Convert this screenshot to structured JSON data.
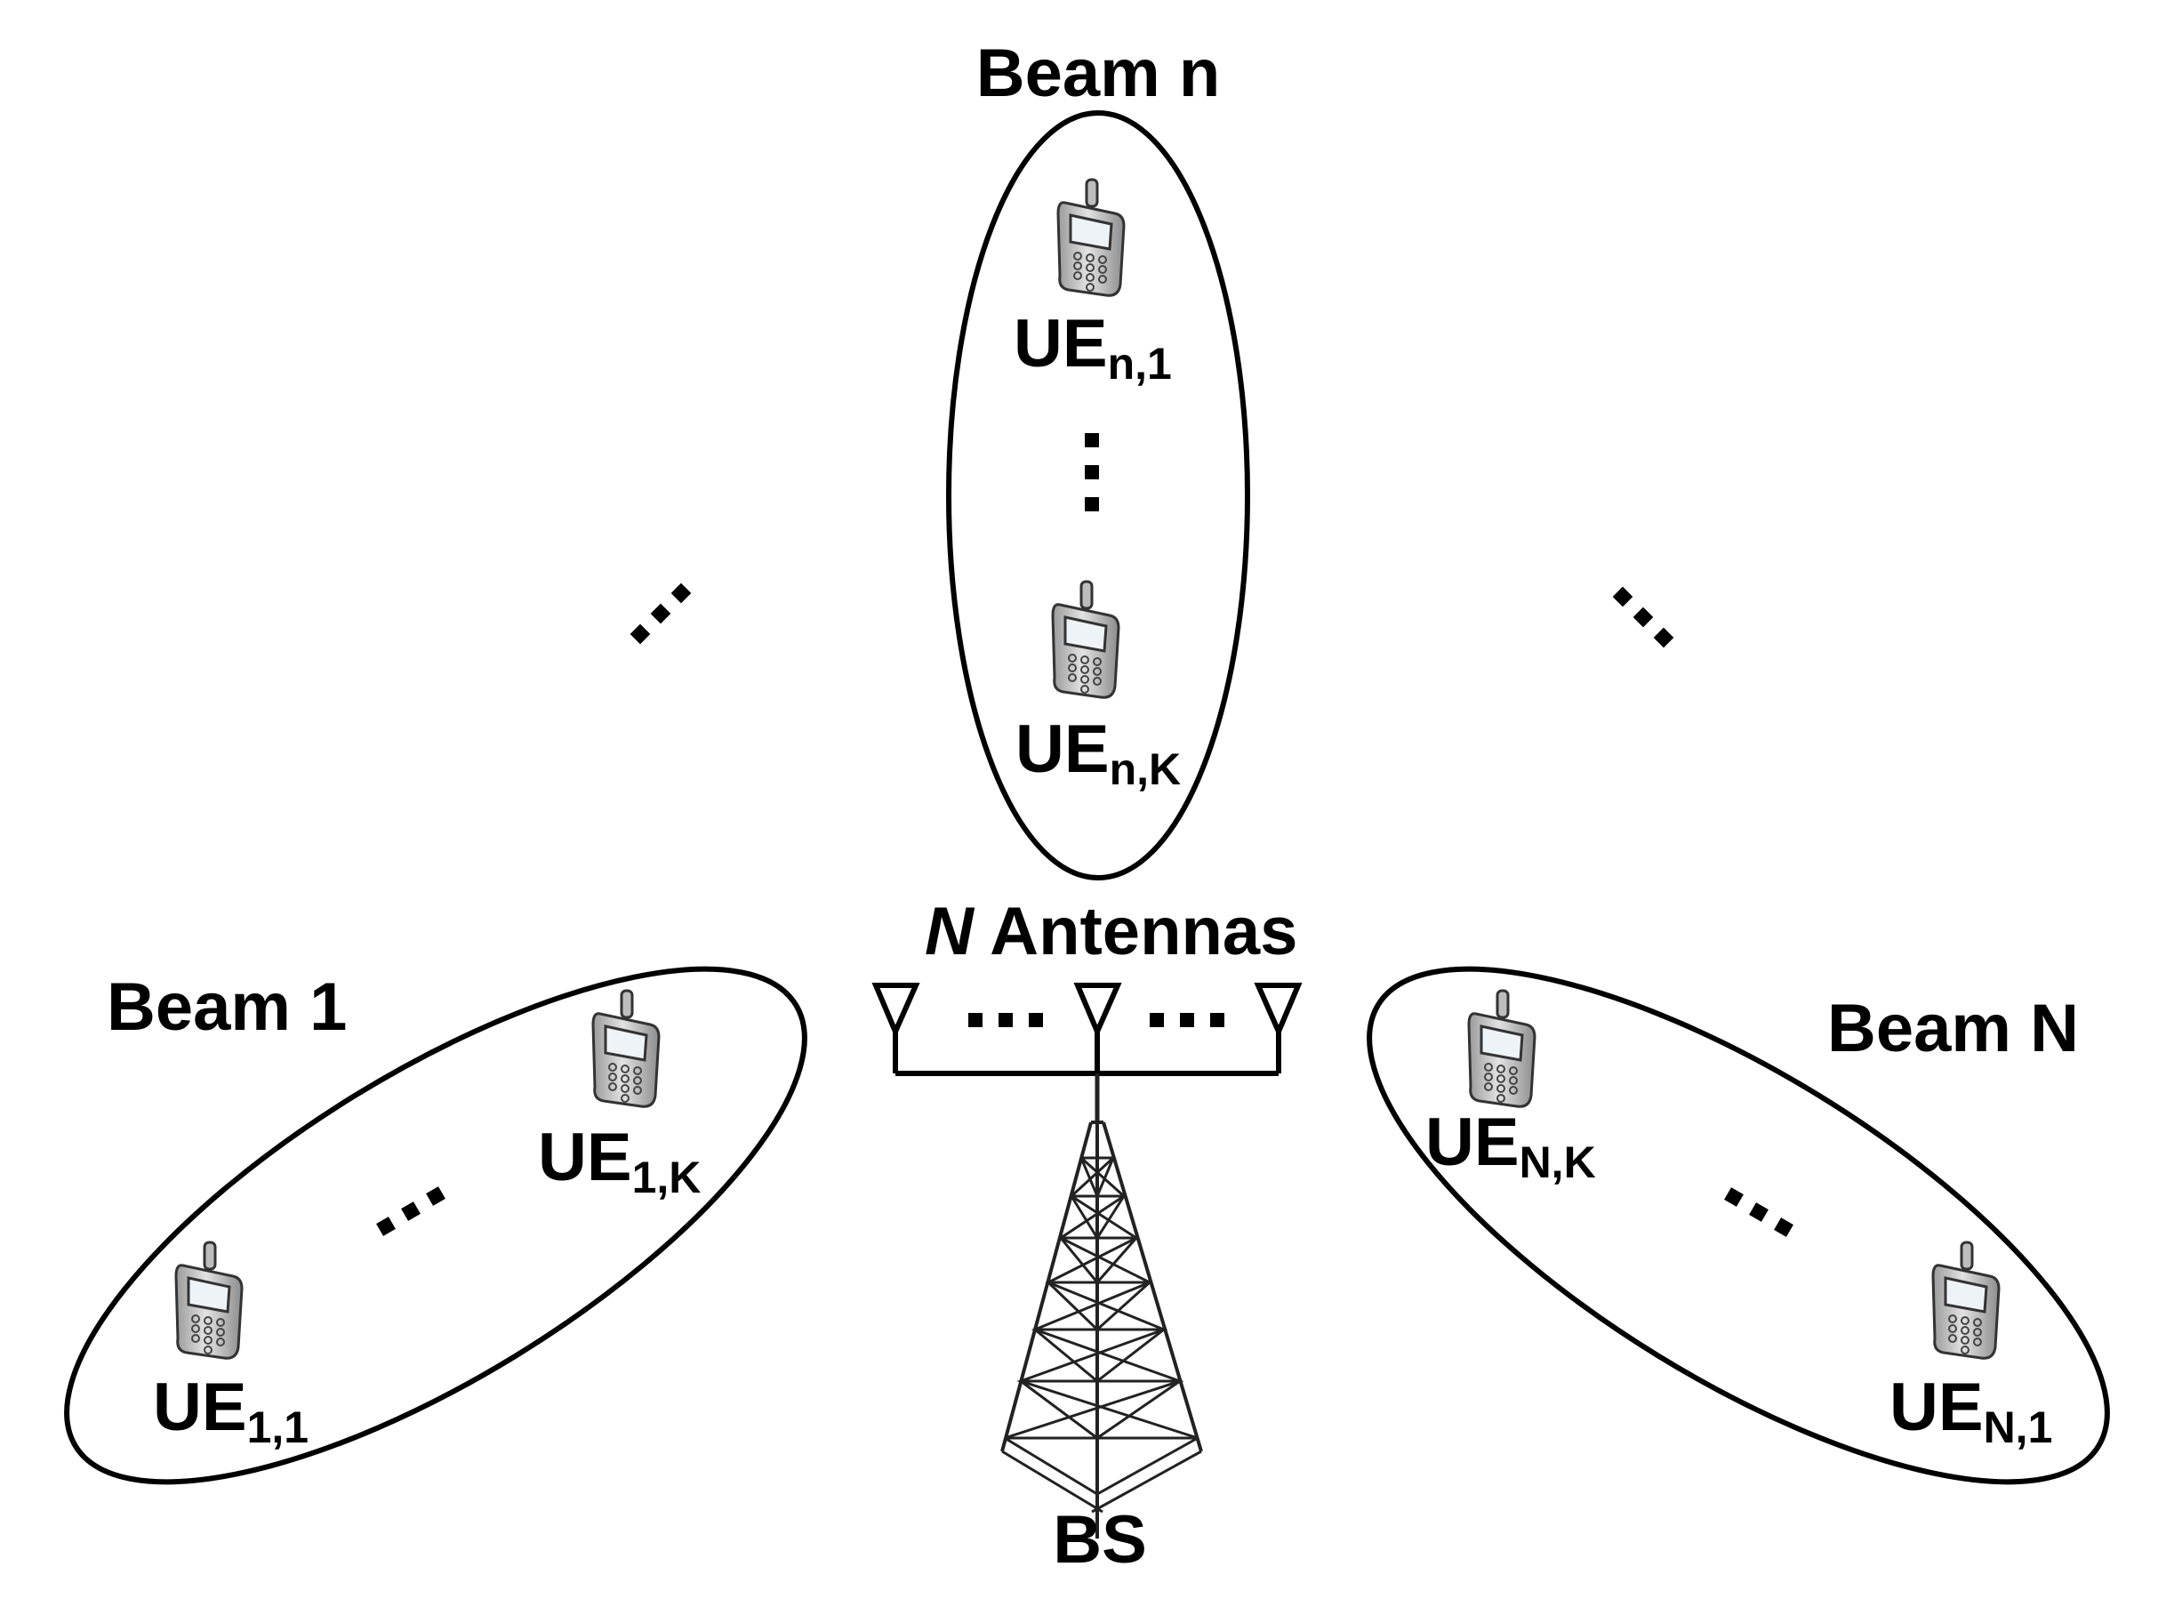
{
  "beams": {
    "top": {
      "title": "Beam n",
      "ue_first": {
        "base": "UE",
        "sub": "n,1"
      },
      "ue_last": {
        "base": "UE",
        "sub": "n,K"
      }
    },
    "left": {
      "title": "Beam 1",
      "ue_first": {
        "base": "UE",
        "sub": "1,1"
      },
      "ue_last": {
        "base": "UE",
        "sub": "1,K"
      }
    },
    "right": {
      "title": "Beam N",
      "ue_first": {
        "base": "UE",
        "sub": "N,1"
      },
      "ue_last": {
        "base": "UE",
        "sub": "N,K"
      }
    }
  },
  "antennas": {
    "count_symbol": "N",
    "label": " Antennas"
  },
  "base_station": {
    "label": "BS"
  },
  "colors": {
    "stroke": "#000000",
    "phone_body": "#c8c8c8",
    "phone_screen": "#eef3f7"
  }
}
